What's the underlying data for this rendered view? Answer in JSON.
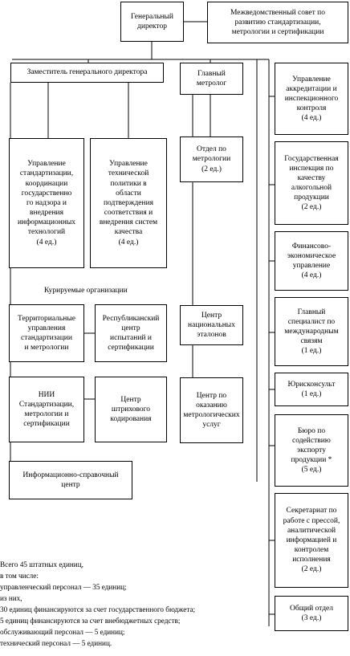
{
  "boxes": {
    "general_director": "Генеральный\nдиректор",
    "interagency_council": "Межведомственный совет по\nразвитию стандартизации,\nметрологии и сертификации",
    "deputy_director": "Заместитель генерального директора",
    "chief_metrologist": "Главный\nметролог",
    "dept_standardization": "Управление\nстандартизации,\nкоординации\nгосударственно\nго надзора и\nвнедрения\nинформационных\nтехнологий\n(4 ед.)",
    "dept_technical_policy": "Управление\nтехнической\nполитики в\nобласти\nподтверждения\nсоответствия и\nвнедрения систем\nкачества\n(4 ед.)",
    "dept_metrology": "Отдел по\nметрологии\n(2 ед.)",
    "territorial_offices": "Территориальные\nуправления\nстандартизации\nи метрологии",
    "republican_center": "Республиканский\nцентр\nиспытаний и\nсертификации",
    "national_standards_center": "Центр\nнациональных\nэталонов",
    "nii": "НИИ\nСтандартизации,\nметрологии и\nсертификации",
    "barcode_center": "Центр\nштрихового\nкодирования",
    "metrology_services_center": "Центр по\nоказанию\nметрологических\nуслуг",
    "info_center": "Информационно-справочный\nцентр",
    "accreditation": "Управление\nаккредитации и\nинспекционного\nконтроля\n(4 ед.)",
    "alcohol_inspection": "Государственная\nинспекция по\nкачеству\nалкогольной\nпродукции\n(2 ед.)",
    "finance": "Финансово-\nэкономическое\nуправление\n(4 ед.)",
    "intl_specialist": "Главный\nспециалист по\nмеждународным\nсвязям\n(1 ед.)",
    "legal": "Юрисконсульт\n(1 ед.)",
    "export_bureau": "Бюро по\nсодействию\nэкспорту\nпродукции *\n(5 ед.)",
    "press_secretariat": "Секретариат по\nработе с прессой,\nаналитической\nинформацией и\nконтролем\nисполнения\n(2 ед.)",
    "general_dept": "Общий отдел\n(3 ед.)"
  },
  "supervised_label": "Курируемые организации",
  "footnote": [
    "Всего 45 штатных единиц,",
    "в том числе:",
    "управленческий персонал — 35 единиц;",
    "из них,",
    "30 единиц финансируются за счет государственного бюджета;",
    "5 единиц финансируются за счет внебюджетных средств;",
    "обслуживающий персонал — 5 единиц;",
    "технический персонал — 5 единиц."
  ]
}
